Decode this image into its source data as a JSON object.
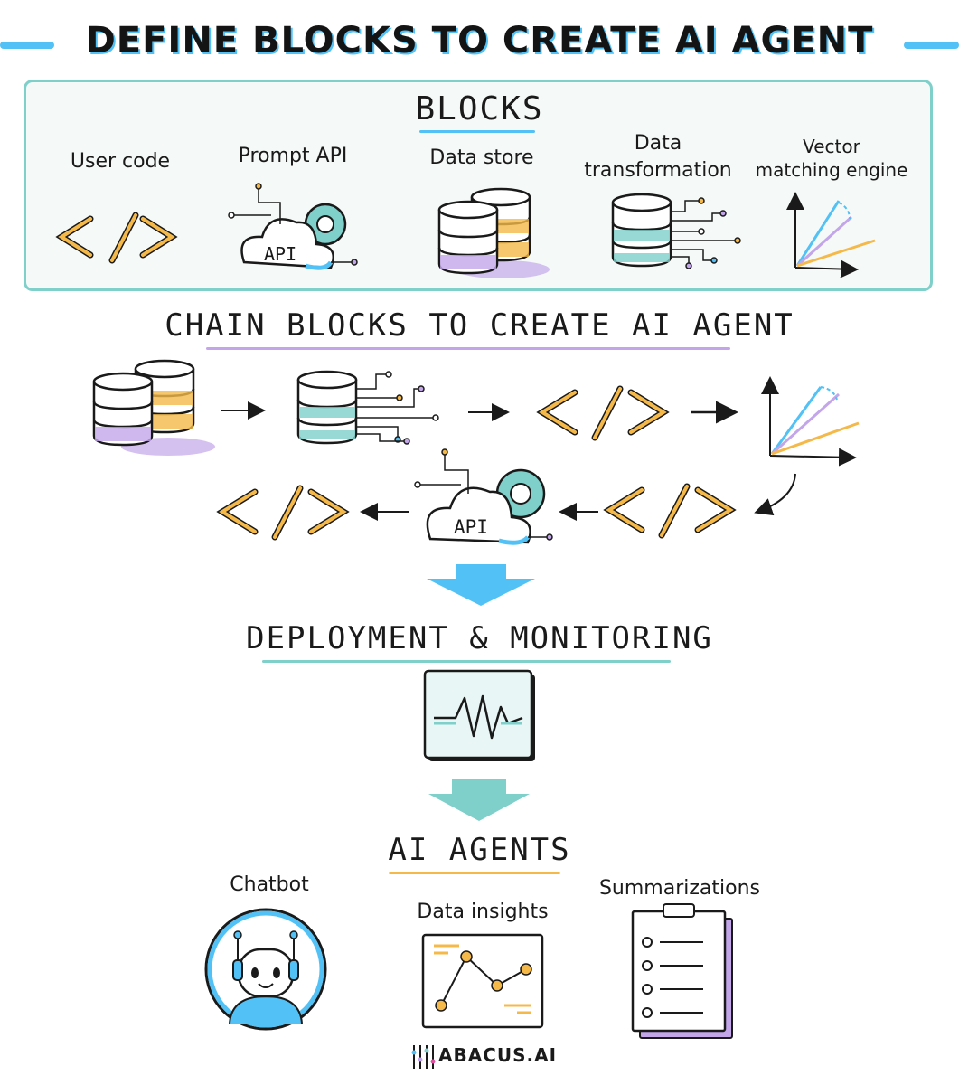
{
  "title": "DEFINE BLOCKS TO CREATE AI AGENT",
  "blocks": {
    "heading": "BLOCKS",
    "items": [
      {
        "label": "User code"
      },
      {
        "label": "Prompt API",
        "icon_text": "API"
      },
      {
        "label": "Data store"
      },
      {
        "label_line1": "Data",
        "label_line2": "transformation"
      },
      {
        "label_line1": "Vector",
        "label_line2": "matching engine"
      }
    ]
  },
  "chain": {
    "heading": "CHAIN BLOCKS TO CREATE AI AGENT",
    "api_text": "API"
  },
  "deployment": {
    "heading": "DEPLOYMENT & MONITORING"
  },
  "agents": {
    "heading": "AI AGENTS",
    "items": [
      {
        "label": "Chatbot"
      },
      {
        "label": "Data insights"
      },
      {
        "label": "Summarizations"
      }
    ]
  },
  "brand": {
    "name": "ABACUS.AI"
  },
  "colors": {
    "blue": "#52c1f5",
    "teal": "#7fcfca",
    "purple": "#c3a6ea",
    "orange": "#f5b94a",
    "ink": "#1a1a1a"
  }
}
